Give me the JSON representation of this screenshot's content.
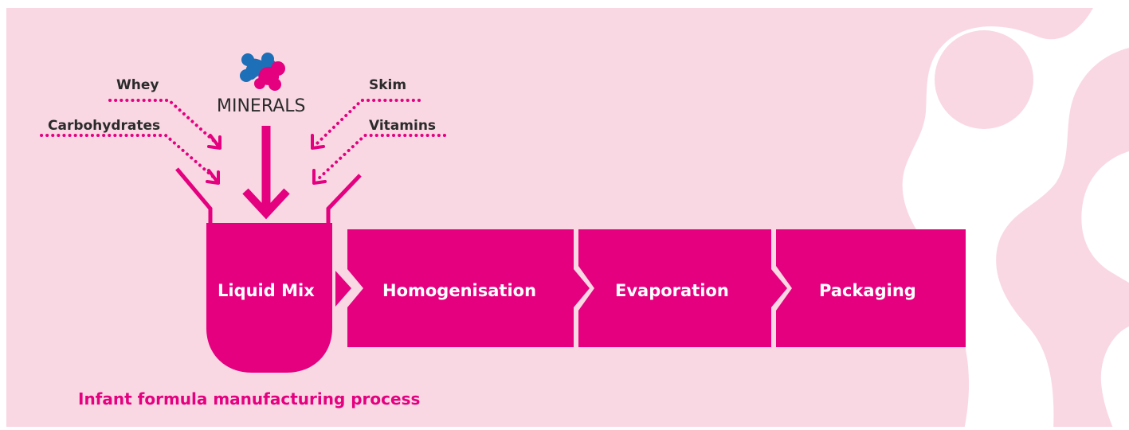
{
  "colors": {
    "background": "#f9d8e4",
    "accent": "#e4007f",
    "logo_blue": "#1d6fb8",
    "text_dark": "#2b2b2b"
  },
  "inputs": {
    "whey": "Whey",
    "carbohydrates": "Carbohydrates",
    "minerals": "MINERALS",
    "skim": "Skim",
    "vitamins": "Vitamins"
  },
  "steps": [
    "Liquid Mix",
    "Homogenisation",
    "Evaporation",
    "Packaging"
  ],
  "caption": "Infant formula manufacturing process",
  "icons": [
    "minerals-molecule-logo",
    "arrow-down-icon",
    "dotted-arrow-icon"
  ]
}
